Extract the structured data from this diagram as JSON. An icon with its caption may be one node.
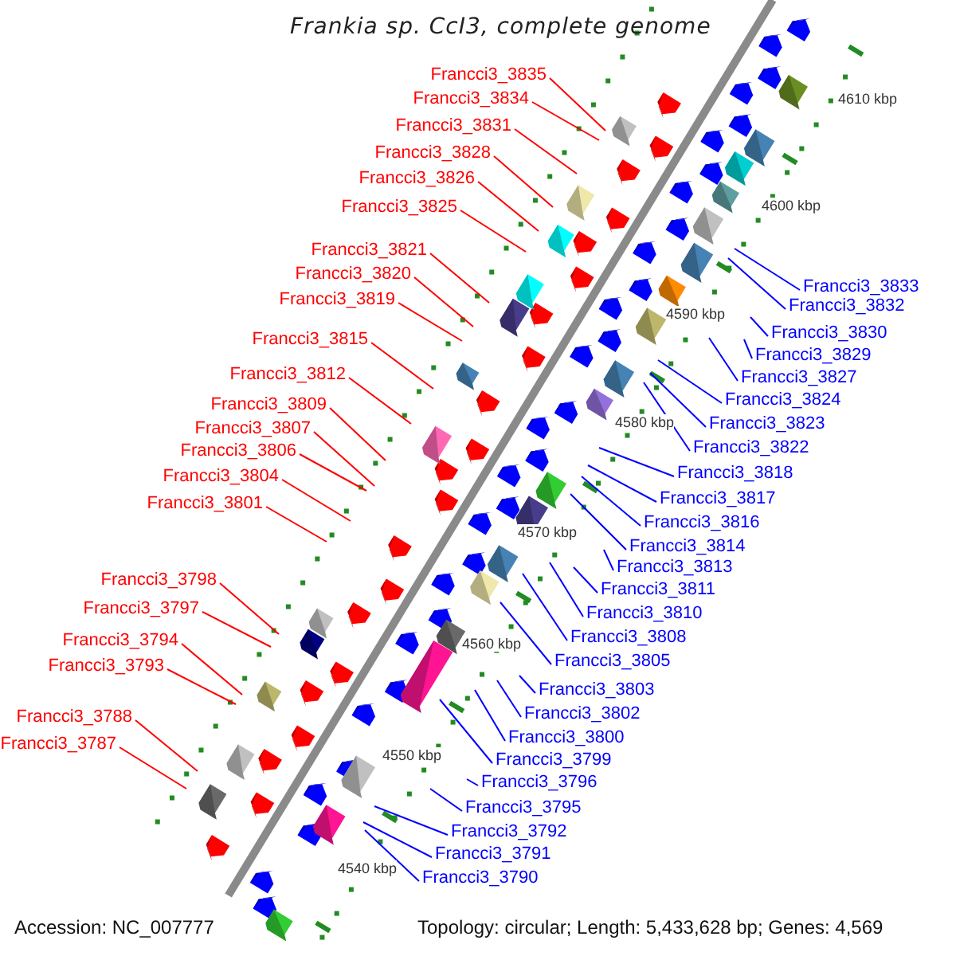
{
  "diagram": {
    "title": "Frankia sp. CcI3, complete genome",
    "nodes": [
      {
        "text": [
          "Francci3_3835"
        ]
      },
      {
        "text": [
          "Francci3_3834"
        ]
      },
      {
        "text": [
          "Francci3_3831"
        ]
      },
      {
        "text": [
          "Francci3_3828"
        ]
      },
      {
        "text": [
          "Francci3_3826"
        ]
      },
      {
        "text": [
          "Francci3_3825"
        ]
      },
      {
        "text": [
          "Francci3_3821"
        ]
      },
      {
        "text": [
          "Francci3_3820"
        ]
      },
      {
        "text": [
          "Francci3_3819"
        ]
      },
      {
        "text": [
          "Francci3_3815"
        ]
      },
      {
        "text": [
          "Francci3_3812"
        ]
      },
      {
        "text": [
          "Francci3_3809"
        ]
      },
      {
        "text": [
          "Francci3_3807"
        ]
      },
      {
        "text": [
          "Francci3_3806"
        ]
      },
      {
        "text": [
          "Francci3_3804"
        ]
      },
      {
        "text": [
          "Francci3_3801"
        ]
      },
      {
        "text": [
          "Francci3_3798"
        ]
      },
      {
        "text": [
          "Francci3_3797"
        ]
      },
      {
        "text": [
          "Francci3_3794"
        ]
      },
      {
        "text": [
          "Francci3_3793"
        ]
      },
      {
        "text": [
          "Francci3_3788"
        ]
      },
      {
        "text": [
          "Francci3_3787"
        ]
      },
      {
        "text": [
          "Francci3_3833"
        ]
      },
      {
        "text": [
          "Francci3_3832"
        ]
      },
      {
        "text": [
          "Francci3_3830"
        ]
      },
      {
        "text": [
          "Francci3_3829"
        ]
      },
      {
        "text": [
          "Francci3_3827"
        ]
      },
      {
        "text": [
          "Francci3_3824"
        ]
      },
      {
        "text": [
          "Francci3_3823"
        ]
      },
      {
        "text": [
          "Francci3_3822"
        ]
      },
      {
        "text": [
          "Francci3_3818"
        ]
      },
      {
        "text": [
          "Francci3_3817"
        ]
      },
      {
        "text": [
          "Francci3_3816"
        ]
      },
      {
        "text": [
          "Francci3_3814"
        ]
      },
      {
        "text": [
          "Francci3_3813"
        ]
      },
      {
        "text": [
          "Francci3_3811"
        ]
      },
      {
        "text": [
          "Francci3_3810"
        ]
      },
      {
        "text": [
          "Francci3_3808"
        ]
      },
      {
        "text": [
          "Francci3_3805"
        ]
      },
      {
        "text": [
          "Francci3_3803"
        ]
      },
      {
        "text": [
          "Francci3_3802"
        ]
      },
      {
        "text": [
          "Francci3_3800"
        ]
      },
      {
        "text": [
          "Francci3_3799"
        ]
      },
      {
        "text": [
          "Francci3_3796"
        ]
      },
      {
        "text": [
          "Francci3_3795"
        ]
      },
      {
        "text": [
          "Francci3_3792"
        ]
      },
      {
        "text": [
          "Francci3_3791"
        ]
      },
      {
        "text": [
          "Francci3_3790"
        ]
      }
    ],
    "edges": [
      {
        "from": 0,
        "to": null,
        "arrow": "none",
        "color": "#ff0000"
      },
      {
        "from": 1,
        "to": null,
        "arrow": "none",
        "color": "#ff0000"
      },
      {
        "from": 2,
        "to": null,
        "arrow": "none",
        "color": "#ff0000"
      },
      {
        "from": 3,
        "to": null,
        "arrow": "none",
        "color": "#ff0000"
      },
      {
        "from": 4,
        "to": null,
        "arrow": "none",
        "color": "#ff0000"
      },
      {
        "from": 5,
        "to": null,
        "arrow": "none",
        "color": "#ff0000"
      },
      {
        "from": 6,
        "to": null,
        "arrow": "none",
        "color": "#ff0000"
      },
      {
        "from": 7,
        "to": null,
        "arrow": "none",
        "color": "#ff0000"
      },
      {
        "from": 8,
        "to": null,
        "arrow": "none",
        "color": "#ff0000"
      },
      {
        "from": 9,
        "to": null,
        "arrow": "none",
        "color": "#ff0000"
      },
      {
        "from": 10,
        "to": null,
        "arrow": "none",
        "color": "#ff0000"
      },
      {
        "from": 11,
        "to": null,
        "arrow": "none",
        "color": "#ff0000"
      },
      {
        "from": 12,
        "to": null,
        "arrow": "none",
        "color": "#ff0000"
      },
      {
        "from": 13,
        "to": null,
        "arrow": "none",
        "color": "#ff0000"
      },
      {
        "from": 14,
        "to": null,
        "arrow": "none",
        "color": "#ff0000"
      },
      {
        "from": 15,
        "to": null,
        "arrow": "none",
        "color": "#ff0000"
      },
      {
        "from": 16,
        "to": null,
        "arrow": "none",
        "color": "#ff0000"
      },
      {
        "from": 17,
        "to": null,
        "arrow": "none",
        "color": "#ff0000"
      },
      {
        "from": 18,
        "to": null,
        "arrow": "none",
        "color": "#ff0000"
      },
      {
        "from": 19,
        "to": null,
        "arrow": "none",
        "color": "#ff0000"
      },
      {
        "from": 20,
        "to": null,
        "arrow": "none",
        "color": "#ff0000"
      },
      {
        "from": 21,
        "to": null,
        "arrow": "none",
        "color": "#ff0000"
      },
      {
        "from": 22,
        "to": null,
        "arrow": "none"
      },
      {
        "from": 23,
        "to": null,
        "arrow": "none"
      },
      {
        "from": 24,
        "to": null,
        "arrow": "none"
      },
      {
        "from": 25,
        "to": null,
        "arrow": "none"
      },
      {
        "from": 26,
        "to": null,
        "arrow": "none"
      },
      {
        "from": 27,
        "to": null,
        "arrow": "none"
      },
      {
        "from": 28,
        "to": null,
        "arrow": "none"
      },
      {
        "from": 29,
        "to": null,
        "arrow": "none"
      },
      {
        "from": 30,
        "to": null,
        "arrow": "none"
      },
      {
        "from": 31,
        "to": null,
        "arrow": "none"
      },
      {
        "from": 32,
        "to": null,
        "arrow": "none"
      },
      {
        "from": 33,
        "to": null,
        "arrow": "none"
      },
      {
        "from": 34,
        "to": null,
        "arrow": "none"
      },
      {
        "from": 35,
        "to": null,
        "arrow": "none"
      },
      {
        "from": 36,
        "to": null,
        "arrow": "none"
      },
      {
        "from": 37,
        "to": null,
        "arrow": "none"
      },
      {
        "from": 38,
        "to": null,
        "arrow": "none"
      },
      {
        "from": 39,
        "to": null,
        "arrow": "none"
      },
      {
        "from": 40,
        "to": null,
        "arrow": "none"
      },
      {
        "from": 41,
        "to": null,
        "arrow": "none"
      },
      {
        "from": 42,
        "to": null,
        "arrow": "none"
      },
      {
        "from": 43,
        "to": null,
        "arrow": "none"
      },
      {
        "from": 44,
        "to": null,
        "arrow": "none"
      },
      {
        "from": 45,
        "to": null,
        "arrow": "none"
      },
      {
        "from": 46,
        "to": null,
        "arrow": "none"
      },
      {
        "from": 47,
        "to": null,
        "arrow": "none"
      }
    ],
    "labels": [
      "4610 kbp",
      "4600 kbp",
      "4590 kbp",
      "4580 kbp",
      "4570 kbp",
      "4560 kbp",
      "4550 kbp",
      "4540 kbp",
      "Accession: NC_007777",
      "Topology: circular; Length: 5,433,628 bp; Genes: 4,569"
    ]
  }
}
